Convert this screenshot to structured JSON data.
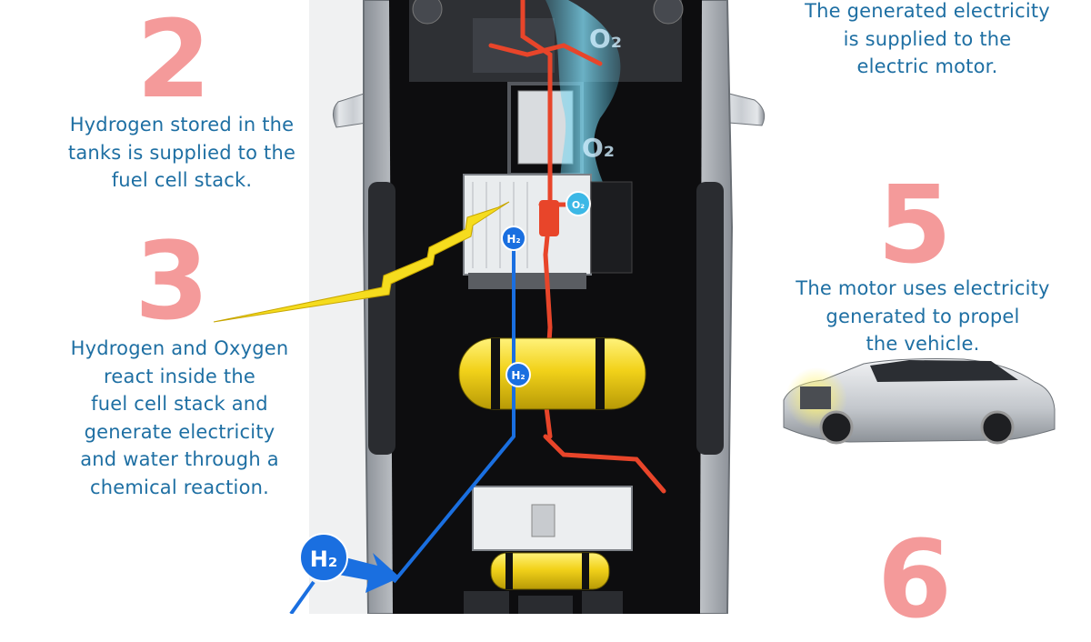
{
  "steps": {
    "step2": {
      "number": "2",
      "lines": [
        "Hydrogen stored in the",
        "tanks is supplied to the",
        "fuel cell stack."
      ]
    },
    "step3": {
      "number": "3",
      "lines": [
        "Hydrogen and Oxygen",
        "react inside the",
        "fuel cell stack and",
        "generate electricity",
        "and water through a",
        "chemical reaction."
      ]
    },
    "step4": {
      "lines": [
        "The generated electricity",
        "is supplied to the",
        "electric motor."
      ]
    },
    "step5": {
      "number": "5",
      "lines": [
        "The motor uses electricity",
        "generated to propel",
        "the vehicle."
      ]
    },
    "step6": {
      "number": "6"
    }
  },
  "badges": {
    "hydrogen": "H₂",
    "oxygen": "O₂"
  },
  "colors": {
    "number": "#f49a9a",
    "text": "#1e6fa3",
    "hydrogen_line": "#1a6fe0",
    "electricity_bolt": "#f5dc1e",
    "coolant_red": "#e8452a",
    "tank_yellow": "#f2d21a",
    "oxygen_flow": "#58c8e8"
  },
  "icons": [
    "lightning-bolt-icon",
    "arrow-right-icon"
  ]
}
